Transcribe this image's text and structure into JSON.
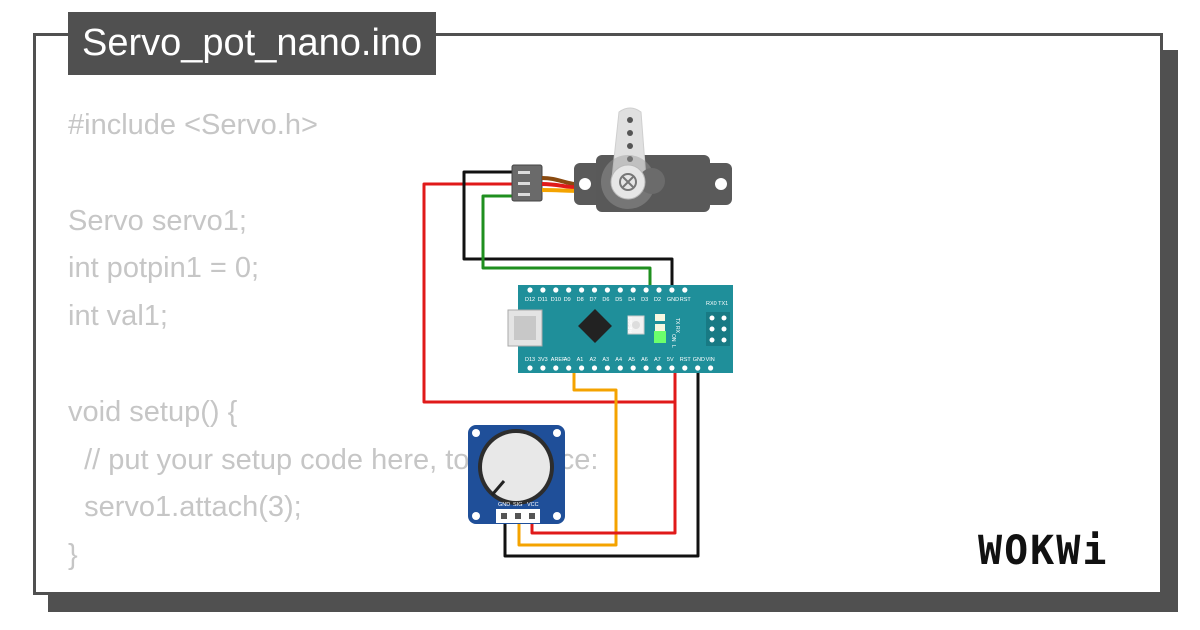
{
  "file_title": "Servo_pot_nano.ino",
  "code_lines": [
    "#include <Servo.h>",
    "",
    "Servo servo1;",
    "int potpin1 = 0;",
    "int val1;",
    "",
    "void setup() {",
    "  // put your setup code here, to run once:",
    "  servo1.attach(3);",
    "}"
  ],
  "brand": "WOKWi",
  "nano": {
    "top_pins": [
      "D12",
      "D11",
      "D10",
      "D9",
      "D8",
      "D7",
      "D6",
      "D5",
      "D4",
      "D3",
      "D2",
      "GND",
      "RST",
      "RX0",
      "TX1"
    ],
    "bottom_pins": [
      "D13",
      "3V3",
      "AREF",
      "A0",
      "A1",
      "A2",
      "A3",
      "A4",
      "A5",
      "A6",
      "A7",
      "5V",
      "RST",
      "GND",
      "VIN"
    ],
    "labels": [
      "RESET",
      "TX",
      "RX",
      "ON",
      "L"
    ]
  },
  "pot": {
    "pins": [
      "GND",
      "SIG",
      "VCC"
    ]
  },
  "colors": {
    "wire_red": "#e01a1a",
    "wire_black": "#111111",
    "wire_green": "#1f8f1f",
    "wire_orange": "#f4a300",
    "nano_board": "#1f8f9a",
    "pot_board": "#1f4f99",
    "servo_body": "#5a5a5a"
  }
}
